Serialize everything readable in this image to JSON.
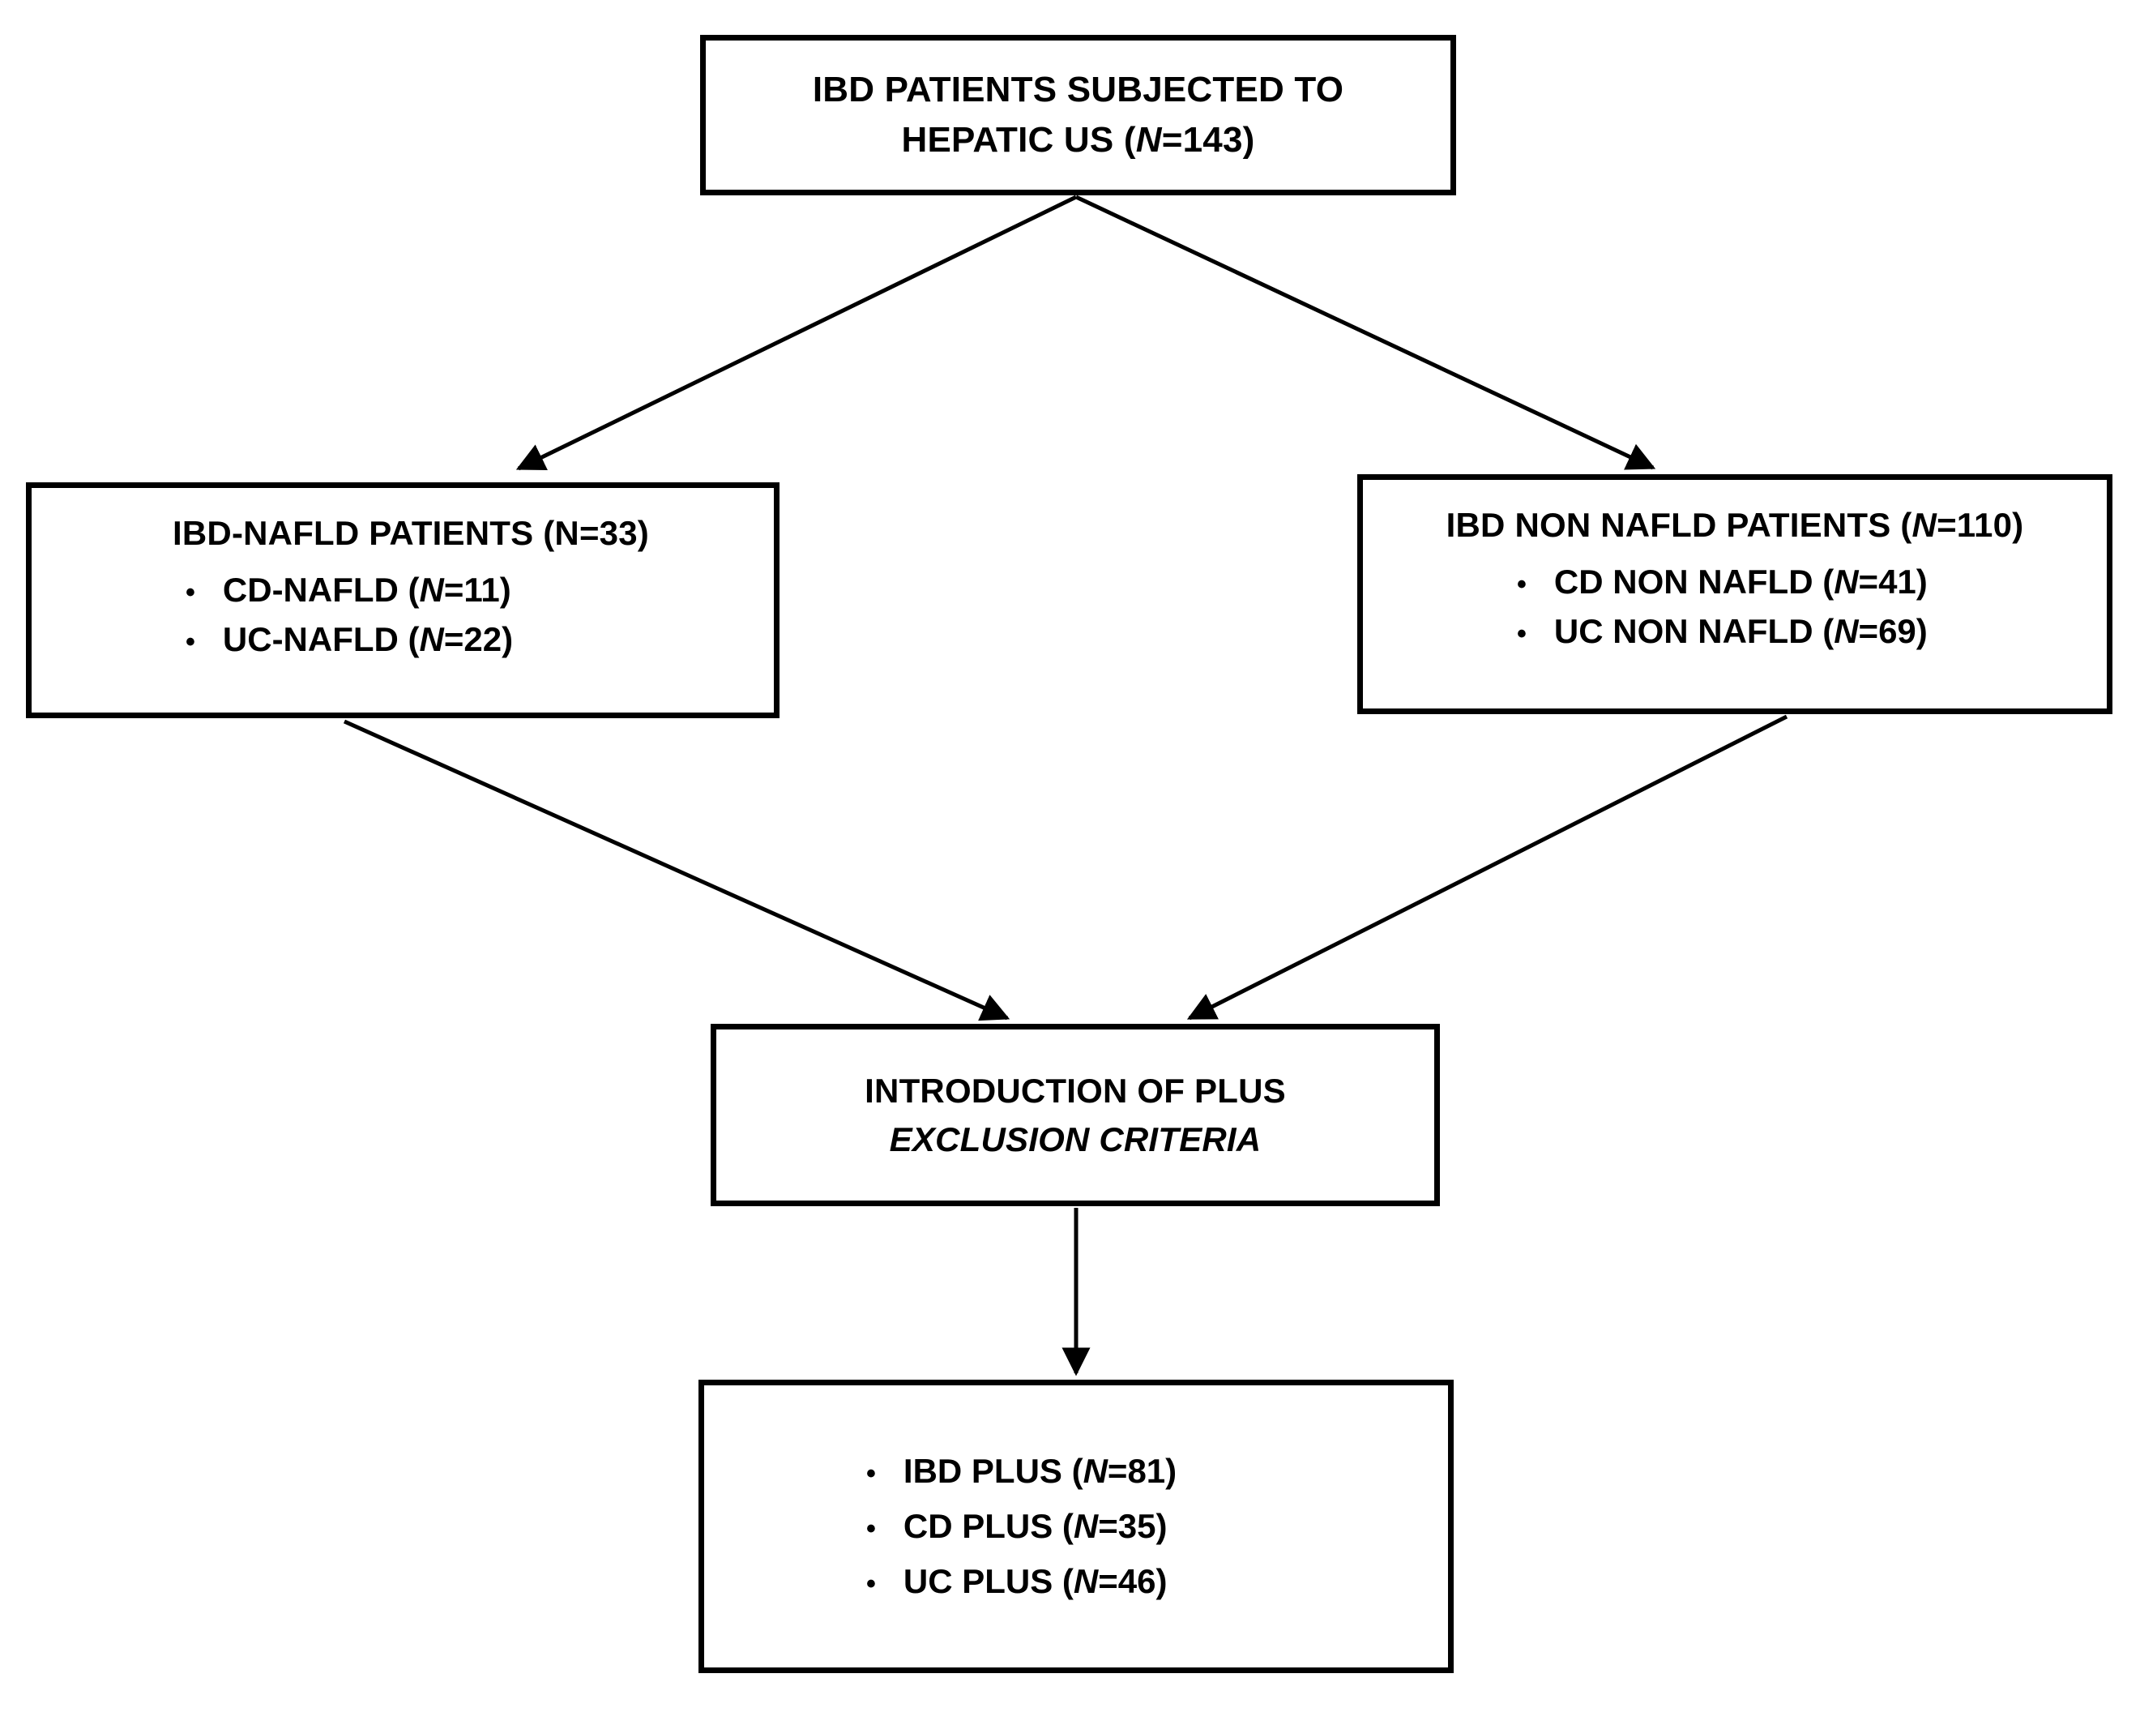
{
  "diagram": {
    "title": "IBD patient study flow diagram",
    "type": "flowchart",
    "stroke_color": "#000000",
    "background_color": "#ffffff",
    "nodes": {
      "top": {
        "text": "IBD PATIENTS SUBJECTED TO\nHEPATIC US (N=143)",
        "line1": "IBD PATIENTS SUBJECTED TO",
        "line2_prefix": "HEPATIC US (",
        "line2_italic": "N",
        "line2_suffix": "=143)"
      },
      "left": {
        "header_prefix": "IBD-NAFLD PATIENTS (N=33)",
        "header_plain": "IBD-NAFLD PATIENTS (N=33)",
        "bullets": [
          {
            "prefix": "CD-NAFLD (",
            "italic": "N",
            "suffix": "=11)"
          },
          {
            "prefix": "UC-NAFLD (",
            "italic": "N",
            "suffix": "=22)"
          }
        ]
      },
      "right": {
        "header_prefix": "IBD NON NAFLD PATIENTS (",
        "header_italic": "N",
        "header_suffix": "=110)",
        "bullets": [
          {
            "prefix": "CD NON NAFLD (",
            "italic": "N",
            "suffix": "=41)"
          },
          {
            "prefix": "UC NON NAFLD (",
            "italic": "N",
            "suffix": "=69)"
          }
        ]
      },
      "middle": {
        "line1": "INTRODUCTION OF PLUS",
        "line2_italic": "EXCLUSION CRITERIA"
      },
      "bottom": {
        "bullets": [
          {
            "prefix": "IBD PLUS (",
            "italic": "N",
            "suffix": "=81)"
          },
          {
            "prefix": "CD PLUS (",
            "italic": "N",
            "suffix": "=35)"
          },
          {
            "prefix": "UC PLUS (",
            "italic": "N",
            "suffix": "=46)"
          }
        ]
      }
    },
    "edges": [
      {
        "name": "top-to-left",
        "from": "top",
        "to": "left"
      },
      {
        "name": "top-to-right",
        "from": "top",
        "to": "right"
      },
      {
        "name": "left-to-middle",
        "from": "left",
        "to": "middle"
      },
      {
        "name": "right-to-middle",
        "from": "right",
        "to": "middle"
      },
      {
        "name": "middle-to-bottom",
        "from": "middle",
        "to": "bottom"
      }
    ],
    "bullet_glyph": "•"
  }
}
